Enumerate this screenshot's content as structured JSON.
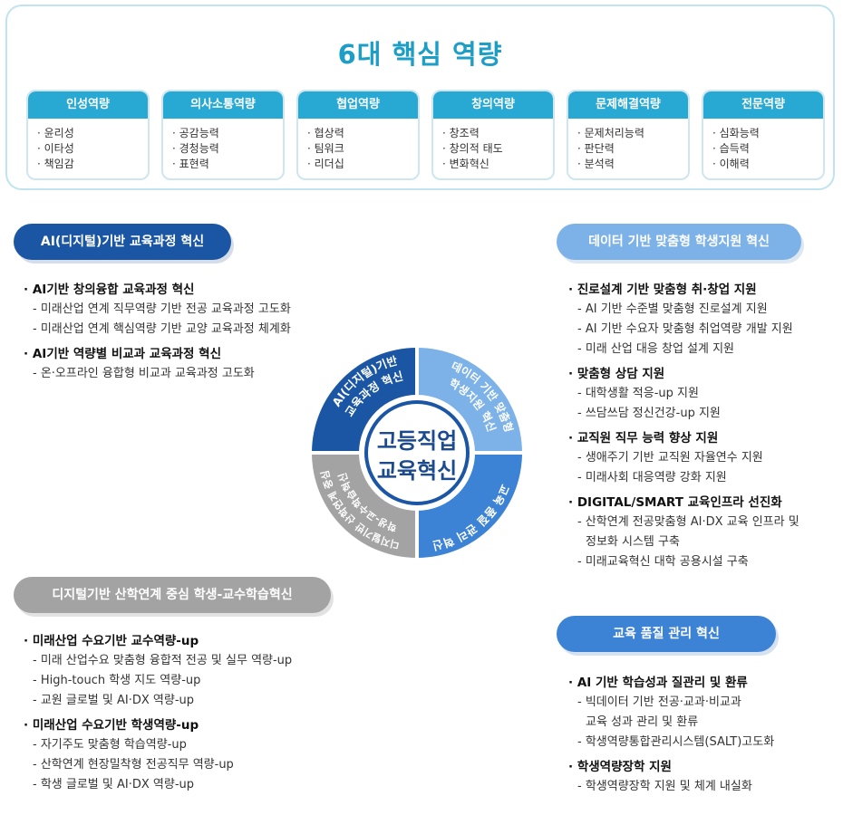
{
  "header": {
    "title": "6대 핵심 역량"
  },
  "competencies": [
    {
      "name": "인성역량",
      "items": [
        "윤리성",
        "이타성",
        "책임감"
      ]
    },
    {
      "name": "의사소통역량",
      "items": [
        "공감능력",
        "경청능력",
        "표현력"
      ]
    },
    {
      "name": "협업역량",
      "items": [
        "협상력",
        "팀워크",
        "리더십"
      ]
    },
    {
      "name": "창의역량",
      "items": [
        "창조력",
        "창의적 태도",
        "변화혁신"
      ]
    },
    {
      "name": "문제해결역량",
      "items": [
        "문제처리능력",
        "판단력",
        "분석력"
      ]
    },
    {
      "name": "전문역량",
      "items": [
        "심화능력",
        "습득력",
        "이해력"
      ]
    }
  ],
  "center": {
    "line1": "고등직업",
    "line2": "교육혁신"
  },
  "ring": {
    "seg1_l1": "AI(디지털)기반",
    "seg1_l2": "교육과정 혁신",
    "seg2_l1": "데이터 기반 맞춤형",
    "seg2_l2": "학생지원 혁신",
    "seg3": "교육 품질 관리 혁신",
    "seg4_l1": "디지털기반 산학연계 중심",
    "seg4_l2": "학생-교수학습혁신"
  },
  "sections": {
    "ai": {
      "title": "AI(디지털)기반 교육과정 혁신",
      "h1": "AI기반 창의융합 교육과정 혁신",
      "h1_s1": "미래산업 연계 직무역량 기반 전공 교육과정 고도화",
      "h1_s2": "미래산업 연계 핵심역량 기반 교양 교육과정 체계화",
      "h2": "AI기반 역량별 비교과 교육과정 혁신",
      "h2_s1": "온·오프라인 융합형 비교과 교육과정 고도화"
    },
    "data": {
      "title": "데이터 기반 맞춤형 학생지원 혁신",
      "h1": "진로설계 기반 맞춤형 취·창업 지원",
      "h1_s1": "AI 기반 수준별 맞춤형 진로설계 지원",
      "h1_s2": "AI 기반 수요자 맞춤형 취업역량 개발 지원",
      "h1_s3": "미래 산업 대응 창업 설계 지원",
      "h2": "맞춤형 상담 지원",
      "h2_s1": "대학생활 적응-up 지원",
      "h2_s2": "쓰담쓰담 정신건강-up 지원",
      "h3": "교직원 직무 능력 향상 지원",
      "h3_s1": "생애주기 기반 교직원 자율연수 지원",
      "h3_s2": "미래사회 대응역량 강화 지원",
      "h4": "DIGITAL/SMART 교육인프라 선진화",
      "h4_s1a": "산학연계 전공맞춤형 AI·DX 교육 인프라 및",
      "h4_s1b": "정보화 시스템 구축",
      "h4_s2": "미래교육혁신 대학 공용시설 구축"
    },
    "digital": {
      "title": "디지털기반 산학연계 중심 학생-교수학습혁신",
      "h1": "미래산업 수요기반 교수역량-up",
      "h1_s1": "미래 산업수요 맞춤형 융합적 전공 및 실무 역량-up",
      "h1_s2": "High-touch 학생 지도 역량-up",
      "h1_s3": "교원 글로벌 및 AI·DX 역량-up",
      "h2": "미래산업 수요기반 학생역량-up",
      "h2_s1": "자기주도 맞춤형 학습역량-up",
      "h2_s2": "산학연계 현장밀착형 전공직무 역량-up",
      "h2_s3": "학생 글로벌 및 AI·DX 역량-up"
    },
    "quality": {
      "title": "교육 품질 관리 혁신",
      "h1": "AI 기반 학습성과 질관리 및 환류",
      "h1_s1a": "빅데이터 기반 전공·교과·비교과",
      "h1_s1b": "교육 성과 관리 및 환류",
      "h1_s2": "학생역량통합관리시스템(SALT)고도화",
      "h2": "학생역량장학 지원",
      "h2_s1": "학생역량장학 지원 및 체계 내실화"
    }
  },
  "colors": {
    "title_teal": "#1d9ec6",
    "box_header": "#27a9d4",
    "navy": "#1b56a5",
    "light_blue": "#7db2e8",
    "mid_blue": "#3c82d5",
    "gray": "#a3a3a3"
  }
}
